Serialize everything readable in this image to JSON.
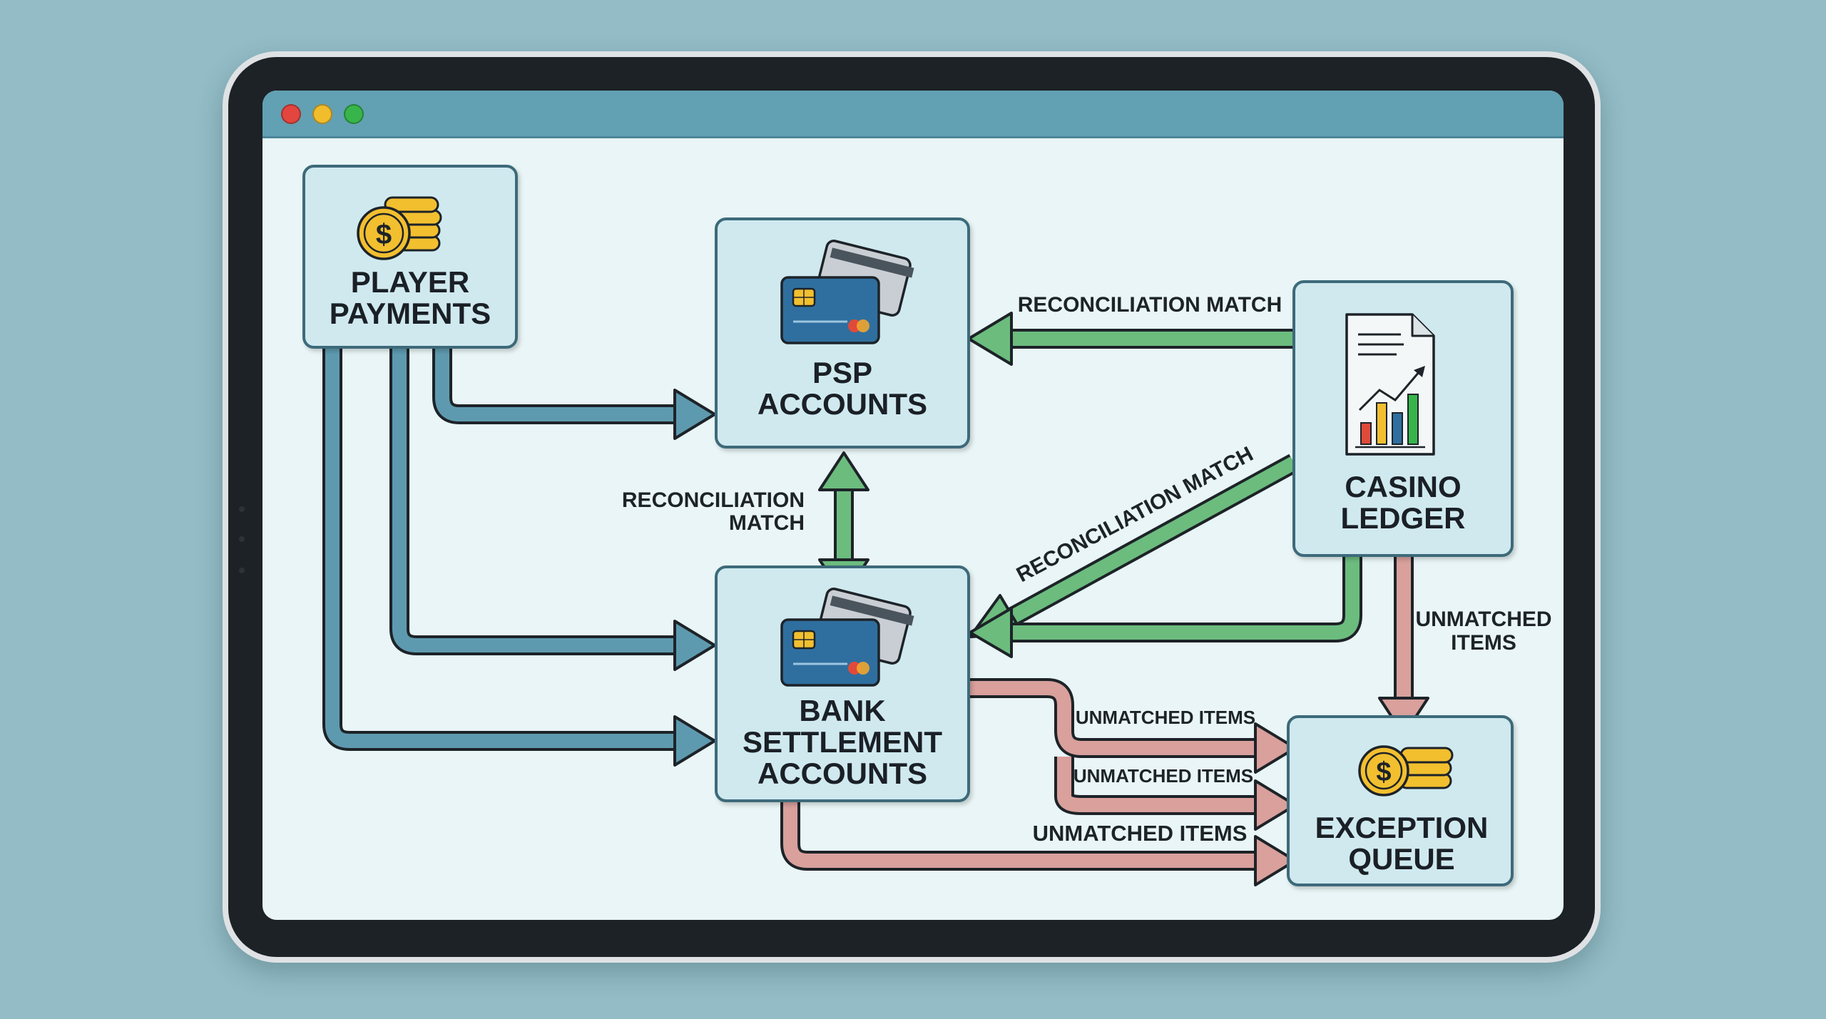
{
  "window": {
    "controls": [
      "close-button",
      "minimize-button",
      "maximize-button"
    ]
  },
  "nodes": {
    "player_payments": {
      "line1": "PLAYER",
      "line2": "PAYMENTS",
      "icon": "coins-icon"
    },
    "psp_accounts": {
      "line1": "PSP",
      "line2": "ACCOUNTS",
      "icon": "cards-icon"
    },
    "casino_ledger": {
      "line1": "CASINO",
      "line2": "LEDGER",
      "icon": "ledger-chart-icon"
    },
    "bank_settlement": {
      "line1": "BANK",
      "line2": "SETTLEMENT",
      "line3": "ACCOUNTS",
      "icon": "cards-icon"
    },
    "exception_queue": {
      "line1": "EXCEPTION",
      "line2": "QUEUE",
      "icon": "coins-icon"
    }
  },
  "labels": {
    "recon_ledger_psp": "RECONCILIATION MATCH",
    "recon_psp_bank_line1": "RECONCILIATION",
    "recon_psp_bank_line2": "MATCH",
    "recon_ledger_bank_diag": "RECONCILIATION MATCH",
    "unmatched_ledger_line1": "UNMATCHED",
    "unmatched_ledger_line2": "ITEMS",
    "unmatched_1": "UNMATCHED ITEMS",
    "unmatched_2": "UNMATCHED ITEMS",
    "unmatched_3": "UNMATCHED ITEMS"
  },
  "colors": {
    "page_background": "#93bcc6",
    "screen_background": "#e9f5f6",
    "titlebar": "#62a0b3",
    "node_fill": "#cfe9ef",
    "blue_flow": "#5e9aaf",
    "green_flow": "#6cbc7e",
    "red_flow": "#d9a09c",
    "coin_gold": "#f2bf2f",
    "card_blue": "#2f6f9f"
  }
}
